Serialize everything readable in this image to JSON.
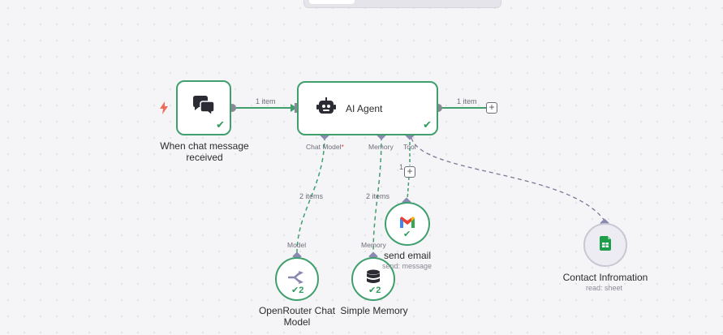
{
  "nodes": {
    "trigger": {
      "label": "When chat message received"
    },
    "agent": {
      "label": "AI Agent"
    },
    "chat_model": {
      "label": "OpenRouter Chat Model",
      "count": "2"
    },
    "memory": {
      "label": "Simple Memory",
      "count": "2"
    },
    "gmail": {
      "label": "send email",
      "sublabel": "send: message"
    },
    "sheets": {
      "label": "Contact Infromation",
      "sublabel": "read: sheet"
    }
  },
  "ports": {
    "chat_model": "Chat Model",
    "chat_model_required": "*",
    "memory": "Memory",
    "tool": "Tool",
    "model_in": "Model",
    "memory_in": "Memory"
  },
  "edges": {
    "trigger_to_agent": "1 item",
    "agent_out": "1 item",
    "model_items": "2 items",
    "memory_items": "2 items",
    "tool_items": "1"
  },
  "colors": {
    "success": "#3f9f6d",
    "port": "#8a8ab0",
    "trigger_bolt": "#ef6b5a",
    "gmail_red": "#ea4335",
    "sheets_green": "#1e9e4a"
  }
}
